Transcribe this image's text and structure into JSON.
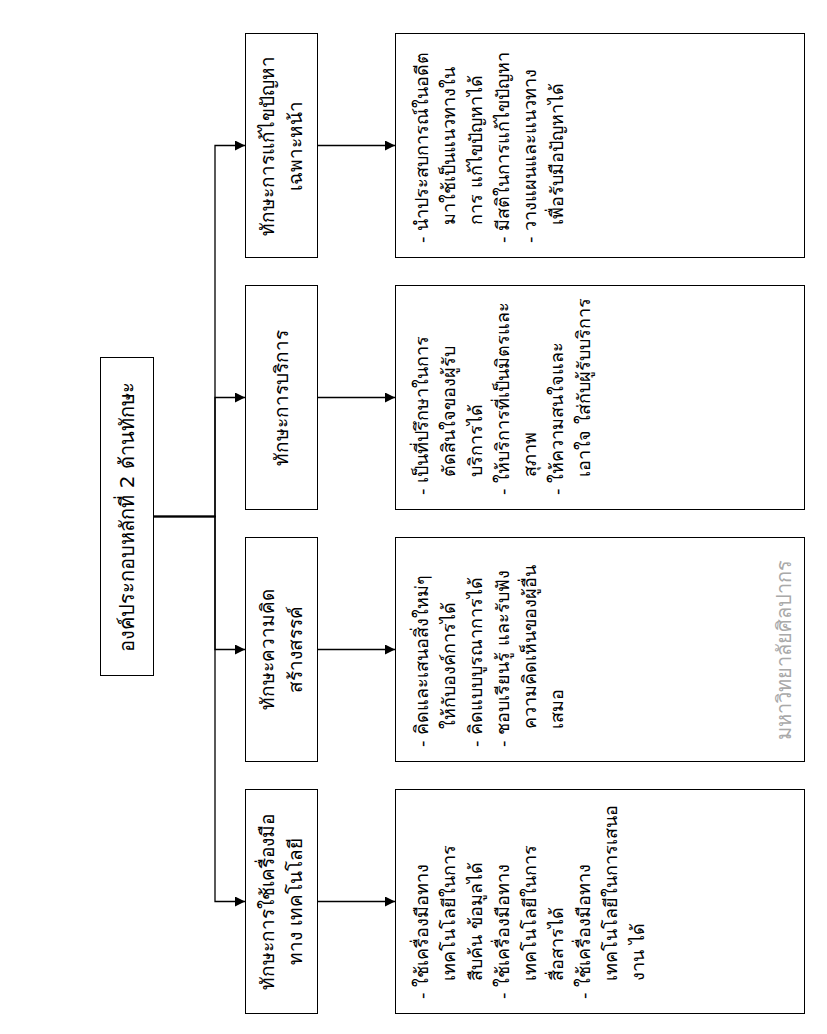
{
  "diagram": {
    "nodes": [
      {
        "text": [
          "องค์ประกอบหลักที่ 2 ด้านทักษะ"
        ]
      },
      {
        "text": [
          "ทักษะการใช้เครื่องมือทาง เทคโนโลยี"
        ]
      },
      {
        "text": [
          "ทักษะความคิดสร้างสรรค์"
        ]
      },
      {
        "text": [
          "ทักษะการบริการ"
        ]
      },
      {
        "text": [
          "ทักษะการแก้ไขปัญหา เฉพาะหน้า"
        ]
      },
      {
        "text": [
          "- ใช้เครื่องมือทาง เทคโนโลยีในการสืบค้น ข้อมูลได้",
          "- ใช้เครื่องมือทาง เทคโนโลยีในการสื่อสารได้",
          "- ใช้เครื่องมือทาง เทคโนโลยีในการเสนองาน ได้"
        ]
      },
      {
        "text": [
          "- คิดและเสนอสิ่งใหม่ๆ ให้กับองค์การได้",
          "- คิดแบบบูรณาการได้",
          "- ชอบเรียนรู้ และรับฟัง ความคิดเห็นของผู้อื่น เสมอ"
        ]
      },
      {
        "text": [
          "- เป็นที่ปรึกษาในการ ตัดสินใจของผู้รับบริการได้",
          "- ให้บริการที่เป็นมิตรและ สุภาพ",
          "- ให้ความสนใจและเอาใจ ใส่กับผู้รับบริการ"
        ]
      },
      {
        "text": [
          "- นำประสบการณ์ในอดีต มาใช้เป็นแนวทางในการ แก้ไขปัญหาได้",
          "- มีสติในการแก้ไขปัญหา",
          "- วางแผนและแนวทาง เพื่อรับมือปัญหาได้"
        ]
      }
    ],
    "edges": [
      {
        "from": 0,
        "to": 1,
        "arrow": "to"
      },
      {
        "from": 0,
        "to": 2,
        "arrow": "to"
      },
      {
        "from": 0,
        "to": 3,
        "arrow": "to"
      },
      {
        "from": 0,
        "to": 4,
        "arrow": "to"
      },
      {
        "from": 1,
        "to": 5,
        "arrow": "to"
      },
      {
        "from": 2,
        "to": 6,
        "arrow": "to"
      },
      {
        "from": 3,
        "to": 7,
        "arrow": "to"
      },
      {
        "from": 4,
        "to": 8,
        "arrow": "to"
      }
    ],
    "labels": [
      "มหาวิทยาลัยศิลปากร"
    ]
  }
}
